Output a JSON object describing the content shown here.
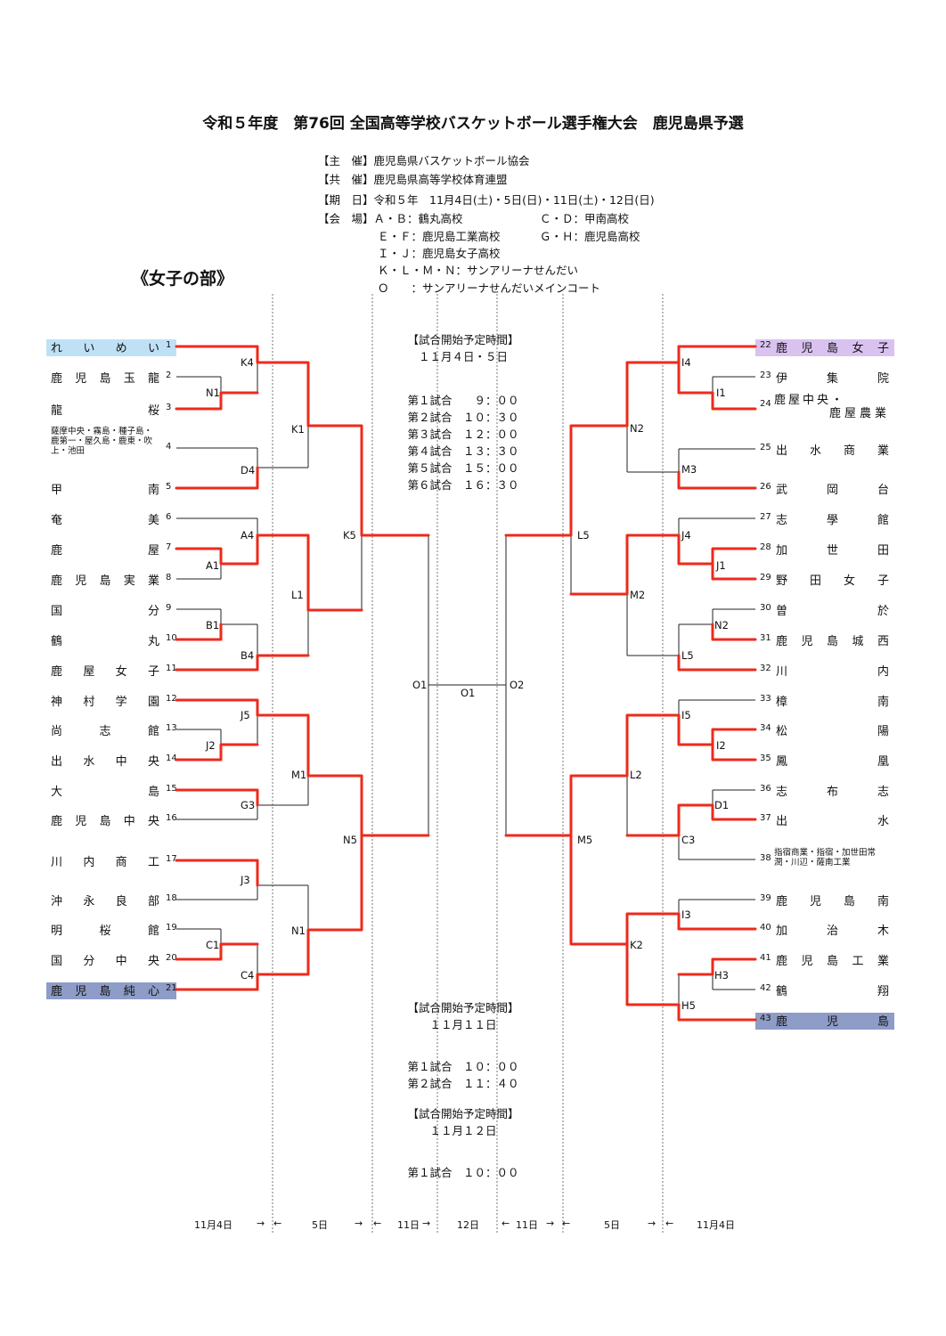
{
  "title": "令和５年度　第76回 全国高等学校バスケットボール選手権大会　鹿児島県予選",
  "info": [
    "【主　催】鹿児島県バスケットボール協会",
    "【共　催】鹿児島県高等学校体育連盟",
    "【期　日】令和５年　11月4日(土)・5日(日)・11日(土)・12日(日)",
    "【会　場】Ａ・Ｂ：鶴丸高校",
    "Ｃ・Ｄ：甲南高校",
    "Ｅ・Ｆ：鹿児島工業高校",
    "Ｇ・Ｈ：鹿児島高校",
    "Ｉ・Ｊ：鹿児島女子高校",
    "Ｋ・Ｌ・Ｍ・Ｎ：サンアリーナせんだい",
    "Ｏ　　：サンアリーナせんだいメインコート"
  ],
  "section": "《女子の部》",
  "left_teams": [
    {
      "num": "1",
      "name": "れいめい"
    },
    {
      "num": "2",
      "name": "鹿児島玉龍"
    },
    {
      "num": "3",
      "name": "龍桜"
    },
    {
      "num": "4",
      "name": "薩摩中央・霧島・種子島・鹿第一・屋久島・鹿東・吹上・池田"
    },
    {
      "num": "5",
      "name": "甲南"
    },
    {
      "num": "6",
      "name": "奄美"
    },
    {
      "num": "7",
      "name": "鹿屋"
    },
    {
      "num": "8",
      "name": "鹿児島実業"
    },
    {
      "num": "9",
      "name": "国分"
    },
    {
      "num": "10",
      "name": "鶴丸"
    },
    {
      "num": "11",
      "name": "鹿屋女子"
    },
    {
      "num": "12",
      "name": "神村学園"
    },
    {
      "num": "13",
      "name": "尚志館"
    },
    {
      "num": "14",
      "name": "出水中央"
    },
    {
      "num": "15",
      "name": "大島"
    },
    {
      "num": "16",
      "name": "鹿児島中央"
    },
    {
      "num": "17",
      "name": "川内商工"
    },
    {
      "num": "18",
      "name": "沖永良部"
    },
    {
      "num": "19",
      "name": "明桜館"
    },
    {
      "num": "20",
      "name": "国分中央"
    },
    {
      "num": "21",
      "name": "鹿児島純心"
    }
  ],
  "right_teams": [
    {
      "num": "22",
      "name": "鹿児島女子"
    },
    {
      "num": "23",
      "name": "伊集院"
    },
    {
      "num": "24",
      "name": "鹿屋中央・鹿屋農業"
    },
    {
      "num": "25",
      "name": "出水商業"
    },
    {
      "num": "26",
      "name": "武岡台"
    },
    {
      "num": "27",
      "name": "志學館"
    },
    {
      "num": "28",
      "name": "加世田"
    },
    {
      "num": "29",
      "name": "野田女子"
    },
    {
      "num": "30",
      "name": "曽於"
    },
    {
      "num": "31",
      "name": "鹿児島城西"
    },
    {
      "num": "32",
      "name": "川内"
    },
    {
      "num": "33",
      "name": "樟南"
    },
    {
      "num": "34",
      "name": "松陽"
    },
    {
      "num": "35",
      "name": "鳳凰"
    },
    {
      "num": "36",
      "name": "志布志"
    },
    {
      "num": "37",
      "name": "出水"
    },
    {
      "num": "38",
      "name": "指宿商業・指宿・加世田常潤・川辺・薩南工業"
    },
    {
      "num": "39",
      "name": "鹿児島南"
    },
    {
      "num": "40",
      "name": "加治木"
    },
    {
      "num": "41",
      "name": "鹿児島工業"
    },
    {
      "num": "42",
      "name": "鶴翔"
    },
    {
      "num": "43",
      "name": "鹿児島"
    }
  ],
  "codes": {
    "K4": "K4",
    "N1a": "N1",
    "D4": "D4",
    "K1": "K1",
    "A4": "A4",
    "A1": "A1",
    "L1": "L1",
    "B1": "B1",
    "B4": "B4",
    "K5": "K5",
    "J5": "J5",
    "J2": "J2",
    "G3": "G3",
    "M1": "M1",
    "N5": "N5",
    "J3": "J3",
    "C1": "C1",
    "C4": "C4",
    "N1b": "N1",
    "O1L": "O1",
    "O1C": "O1",
    "O2": "O2",
    "I4": "I4",
    "I1": "I1",
    "N2a": "N2",
    "M3": "M3",
    "L5a": "L5",
    "J4": "J4",
    "J1": "J1",
    "M2": "M2",
    "N2b": "N2",
    "L5b": "L5",
    "I5": "I5",
    "I2": "I2",
    "L2": "L2",
    "D1": "D1",
    "C3": "C3",
    "M5": "M5",
    "I3": "I3",
    "K2": "K2",
    "H3": "H3",
    "H5": "H5"
  },
  "schedule": [
    {
      "header": "【試合開始予定時間】",
      "date": "１１月４日・５日",
      "items": [
        "第１試合　　９：００",
        "第２試合　１０：３０",
        "第３試合　１２：００",
        "第４試合　１３：３０",
        "第５試合　１５：００",
        "第６試合　１６：３０"
      ]
    },
    {
      "header": "【試合開始予定時間】",
      "date": "１１月１１日",
      "items": [
        "第１試合　１０：００",
        "第２試合　１１：４０"
      ]
    },
    {
      "header": "【試合開始予定時間】",
      "date": "１１月１２日",
      "items": [
        "第１試合　１０：００"
      ]
    }
  ],
  "bottom": [
    "11月4日",
    "→",
    "←",
    "5日",
    "→",
    "←",
    "11日",
    "→",
    "12日",
    "←",
    "11日",
    "→",
    "←",
    "5日",
    "→",
    "←",
    "11月4日"
  ],
  "colors": {
    "red": "#ee2a1b",
    "black": "#222222",
    "blue_light": "#bfe1f6",
    "blue_dark": "#8e9cc8",
    "purple": "#d9c2f0"
  }
}
